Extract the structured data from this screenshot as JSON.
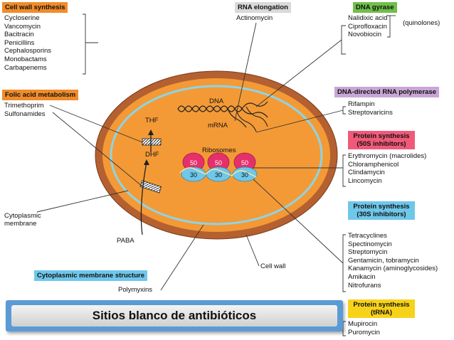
{
  "groups": {
    "cell_wall_synthesis": {
      "title": "Cell wall synthesis",
      "items": [
        "Cycloserine",
        "Vancomycin",
        "Bacitracin",
        "Penicillins",
        "Cephalosporins",
        "Monobactams",
        "Carbapenems"
      ]
    },
    "rna_elongation": {
      "title": "RNA elongation",
      "items": [
        "Actinomycin"
      ]
    },
    "dna_gyrase": {
      "title": "DNA gyrase",
      "items": [
        "Nalidixic acid",
        "Ciprofloxacin",
        "Novobiocin"
      ],
      "note": "(quinolones)"
    },
    "folic_acid_metabolism": {
      "title": "Folic acid metabolism",
      "items": [
        "Trimethoprim",
        "Sulfonamides"
      ]
    },
    "dna_directed_rna_polymerase": {
      "title": "DNA-directed RNA polymerase",
      "items": [
        "Rifampin",
        "Streptovaricins"
      ]
    },
    "protein_synthesis_50s": {
      "title_line1": "Protein synthesis",
      "title_line2": "(50S inhibitors)",
      "items": [
        "Erythromycin (macrolides)",
        "Chloramphenicol",
        "Clindamycin",
        "Lincomycin"
      ]
    },
    "protein_synthesis_30s": {
      "title_line1": "Protein synthesis",
      "title_line2": "(30S inhibitors)",
      "items": [
        "Tetracyclines",
        "Spectinomycin",
        "Streptomycin",
        "Gentamicin, tobramycin",
        "Kanamycin (aminoglycosides)",
        "Amikacin",
        "Nitrofurans"
      ]
    },
    "protein_synthesis_trna": {
      "title_line1": "Protein synthesis",
      "title_line2": "(tRNA)",
      "items": [
        "Mupirocin",
        "Puromycin"
      ]
    },
    "cytoplasmic_membrane_structure": {
      "title": "Cytoplasmic membrane structure",
      "items": [
        "Polymyxins"
      ]
    }
  },
  "cell_labels": {
    "dna": "DNA",
    "mrna": "mRNA",
    "ribosomes": "Ribosomes",
    "thf": "THF",
    "dhf": "DHF",
    "paba": "PABA",
    "cytoplasmic_membrane_line1": "Cytoplasmic",
    "cytoplasmic_membrane_line2": "membrane",
    "cell_wall": "Cell wall",
    "subunit_50": "50",
    "subunit_30": "30"
  },
  "banner": {
    "text": "Sitios blanco de antibióticos"
  },
  "colors": {
    "cell_wall": "#b46030",
    "cytoplasm": "#f39a36",
    "membrane": "#8fd3e6",
    "header_orange": "#f08c2a",
    "header_gray": "#d9d9d9",
    "header_green": "#6fbf4a",
    "header_purple": "#c9a6d6",
    "header_pink": "#f05a78",
    "header_blue": "#6fc7ea",
    "header_yellow": "#f7d21a",
    "banner_blue": "#5b9bd5"
  }
}
